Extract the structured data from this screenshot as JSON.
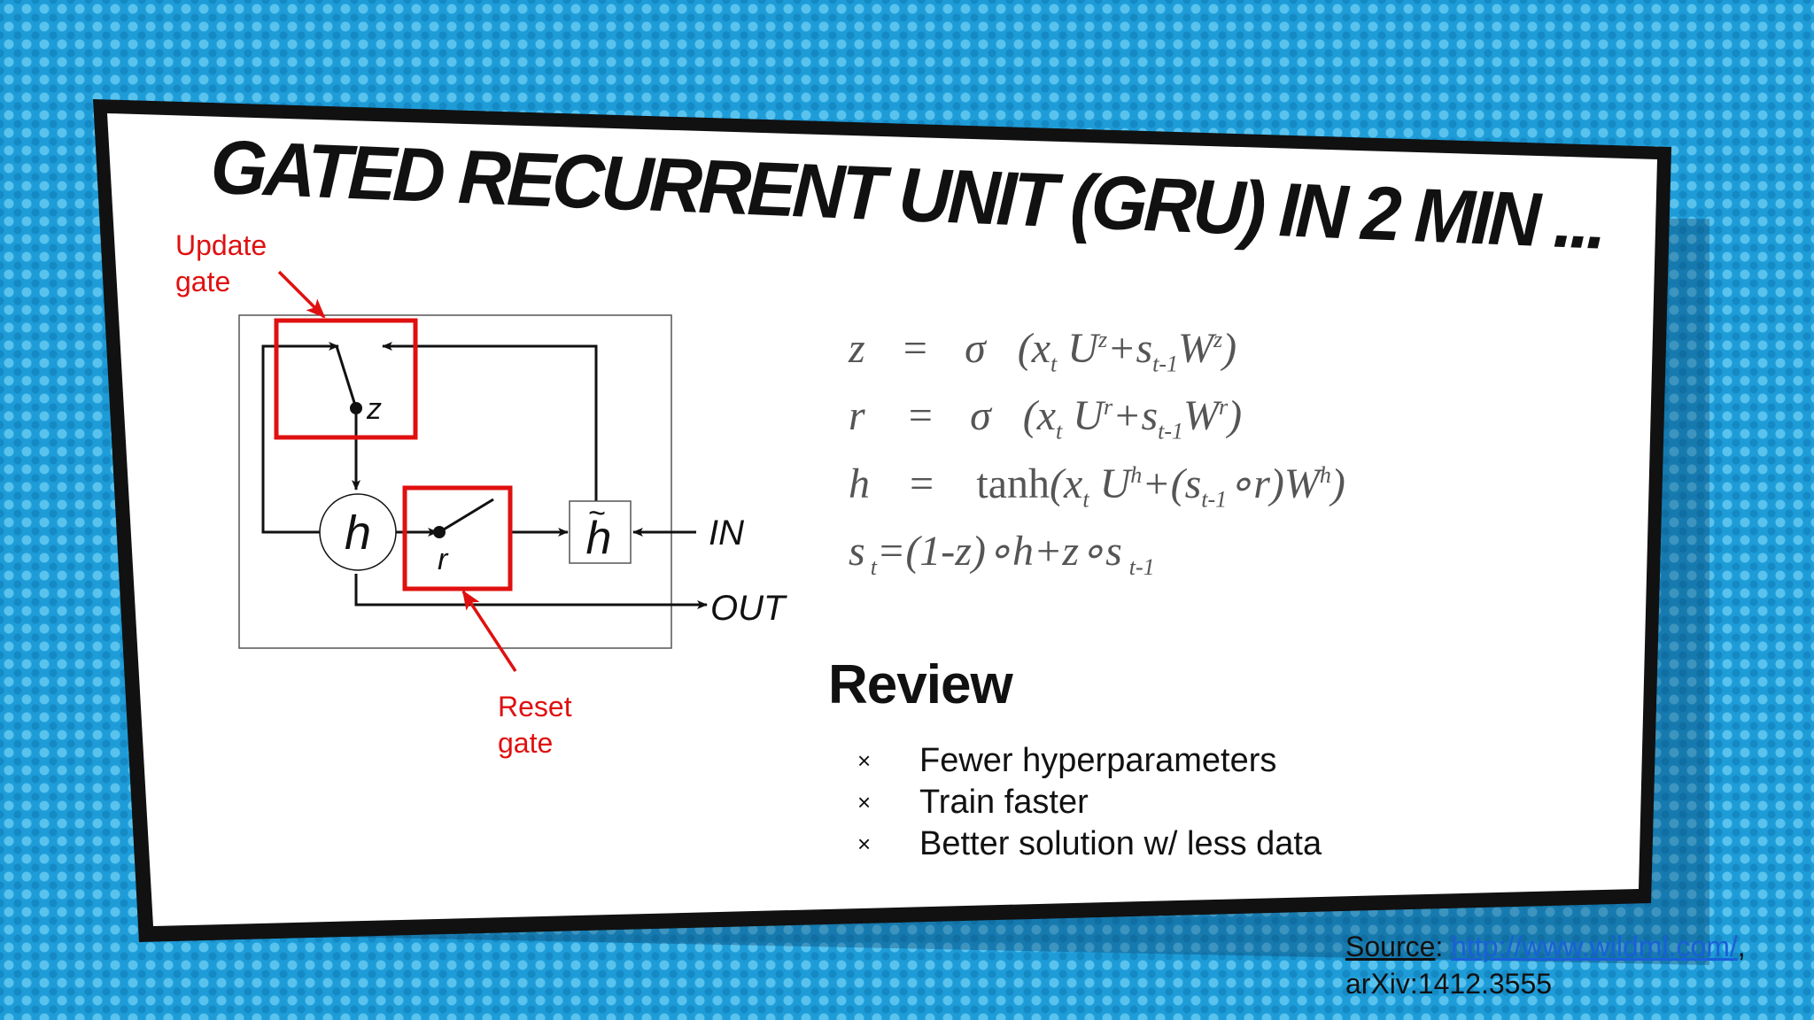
{
  "slide": {
    "title": "GATED RECURRENT UNIT (GRU) IN 2 MIN ..."
  },
  "diagram": {
    "update_gate_label": [
      "Update",
      "gate"
    ],
    "reset_gate_label": [
      "Reset",
      "gate"
    ],
    "node_h": "h",
    "node_h_tilde": "h",
    "z_label": "z",
    "r_label": "r",
    "in_label": "IN",
    "out_label": "OUT",
    "highlight_color": "#e01010"
  },
  "formulas": {
    "z": {
      "lhs": "z",
      "op": "=",
      "fn": "σ",
      "xt": "x",
      "t": "t",
      "U": "U",
      "Usup": "z",
      "s": "s",
      "tm1": "t-1",
      "W": "W",
      "Wsup": "z"
    },
    "r": {
      "lhs": "r",
      "op": "=",
      "fn": "σ",
      "xt": "x",
      "t": "t",
      "U": "U",
      "Usup": "r",
      "s": "s",
      "tm1": "t-1",
      "W": "W",
      "Wsup": "r"
    },
    "h": {
      "lhs": "h",
      "op": "=",
      "fn": "tanh",
      "xt": "x",
      "t": "t",
      "U": "U",
      "Usup": "h",
      "s": "s",
      "tm1": "t-1",
      "r": "r",
      "W": "W",
      "Wsup": "h"
    },
    "s": {
      "s": "s",
      "t": "t",
      "body": "=(1-z)∘h+z∘s",
      "tm1": "t-1"
    }
  },
  "review": {
    "title": "Review",
    "bullet": "×",
    "items": [
      "Fewer hyperparameters",
      "Train faster",
      "Better solution w/ less data"
    ]
  },
  "source": {
    "label": "Source",
    "colon": ": ",
    "link": "http://www.wildml.com/",
    "comma": ",",
    "arxiv": "arXiv:1412.3555"
  }
}
